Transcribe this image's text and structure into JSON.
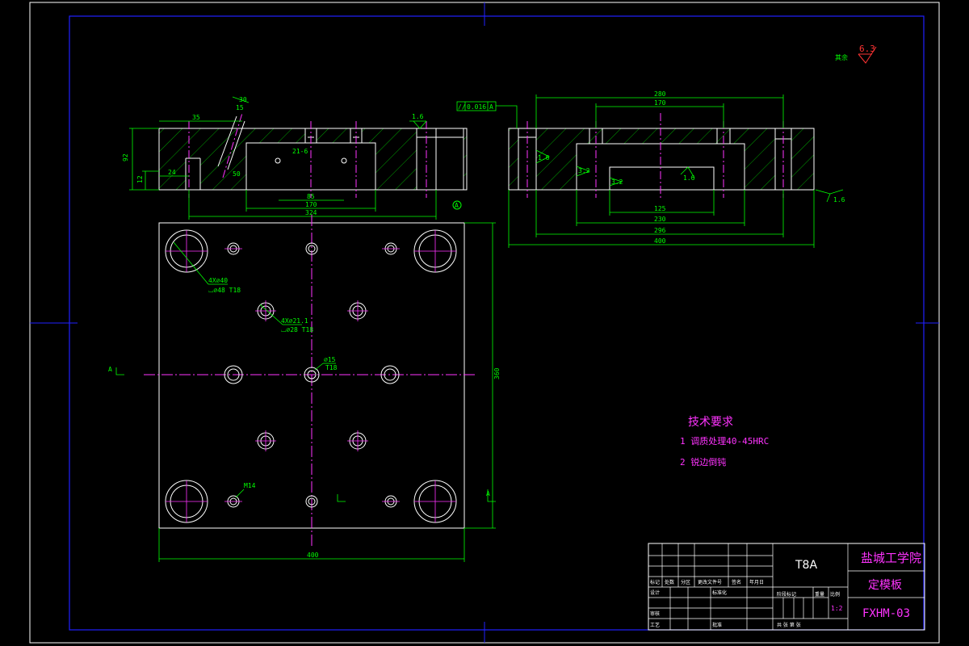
{
  "drawing": {
    "roughness_other": {
      "label": "其余",
      "value": "6.3"
    },
    "tech_req": {
      "title": "技术要求",
      "items": [
        "1 调质处理40-45HRC",
        "2 锐边倒钝"
      ]
    },
    "section_mark": "A",
    "left_view": {
      "dims": {
        "d92": "92",
        "d30a": "30",
        "d15": "15",
        "d1_6": "1.6",
        "d50": "50",
        "d35": "35",
        "d24": "24",
        "d12": "12",
        "d21": "21-6",
        "d85": "85",
        "d170": "170",
        "d324": "324"
      }
    },
    "right_view": {
      "tolerance": {
        "symbol": "//",
        "value": "0.016",
        "datum": "A"
      },
      "dims": {
        "d280": "280",
        "d170": "170",
        "d125": "125",
        "d230": "230",
        "d296": "296",
        "d400": "400",
        "d1_6a": "1.6",
        "d1_6b": "1.6",
        "d1_6c": "1.6",
        "d3_2a": "3.2",
        "d3_2b": "3.2"
      }
    },
    "plan_view": {
      "dims": {
        "d400w": "400",
        "d360": "360",
        "hole_big": "4X∅40",
        "hole_big_sub": "⌴∅48 T18",
        "hole_mid": "4X∅21.1",
        "hole_mid_sub": "⌴∅28 T18",
        "hole_center": "∅15",
        "hole_center_sub": "T18",
        "thread": "M14"
      }
    }
  },
  "title_block": {
    "material": "T8A",
    "school": "盐城工学院",
    "part_name": "定模板",
    "drawing_no": "FXHM-03",
    "scale_label": "比例",
    "scale": "1:2",
    "stage_label": "阶段标记",
    "weight_label": "重量",
    "sheet_label": "共 张 第 张",
    "revision_headers": [
      "标记",
      "处数",
      "分区",
      "更改文件号",
      "签名",
      "年月日"
    ],
    "design_label": "设计",
    "standard_label": "标准化",
    "review_label": "审核",
    "process_label": "工艺",
    "approve_label": "批准"
  }
}
